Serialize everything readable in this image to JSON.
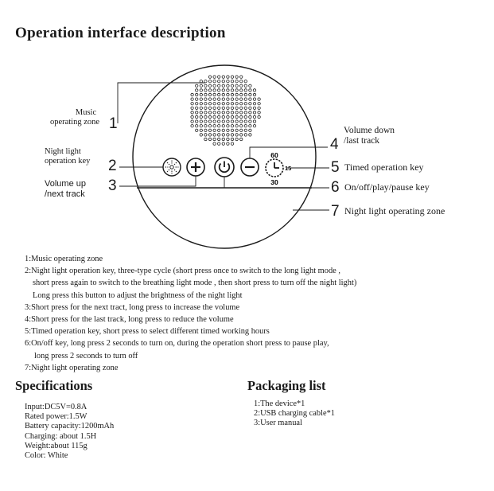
{
  "title": "Operation interface description",
  "callouts": {
    "zone1": {
      "line1": "Music",
      "line2": "operating  zone",
      "num": "1"
    },
    "key2": {
      "line1": "Night light",
      "line2": "operation key",
      "num": "2"
    },
    "key3": {
      "line1": "Volume up",
      "line2": "/next track",
      "num": "3"
    },
    "key4": {
      "line1": "Volume down",
      "line2": "/last track",
      "num": "4"
    },
    "key5": {
      "label": "Timed operation key",
      "num": "5"
    },
    "key6": {
      "label": "On/off/play/pause key",
      "num": "6"
    },
    "zone7": {
      "label": "Night light operating zone",
      "num": "7"
    }
  },
  "timer_dial": {
    "top": "60",
    "right": "15",
    "bottom": "30"
  },
  "descriptions": [
    {
      "text": "1:Music operating  zone",
      "cont": []
    },
    {
      "text": "2:Night light operation key, three-type cycle (short press once to switch to the long light mode ,",
      "cont": [
        "short press again to switch to the breathing light  mode , then short press to turn off the night light)",
        "Long press this button to adjust the brightness of the night light"
      ]
    },
    {
      "text": "3:Short press for the next tract, long press to increase the volume",
      "cont": []
    },
    {
      "text": "4:Short press for the last track, long press to reduce the volume",
      "cont": []
    },
    {
      "text": "5:Timed operation key, short press to select different timed working hours",
      "cont": []
    },
    {
      "text": "6:On/off key, long press 2 seconds to turn on, during the operation short press to pause play,",
      "cont": [
        "long press 2 seconds to turn off"
      ]
    },
    {
      "text": "7:Night light operating zone",
      "cont": []
    }
  ],
  "specifications": {
    "title": "Specifications",
    "items": [
      "Input:DC5V=0.8A",
      "Rated power:1.5W",
      "Battery capacity:1200mAh",
      "Charging: about 1.5H",
      "Weight:about 115g",
      "Color: White"
    ]
  },
  "packaging": {
    "title": "Packaging list",
    "items": [
      "1:The device*1",
      "2:USB charging cable*1",
      "3:User manual"
    ]
  }
}
